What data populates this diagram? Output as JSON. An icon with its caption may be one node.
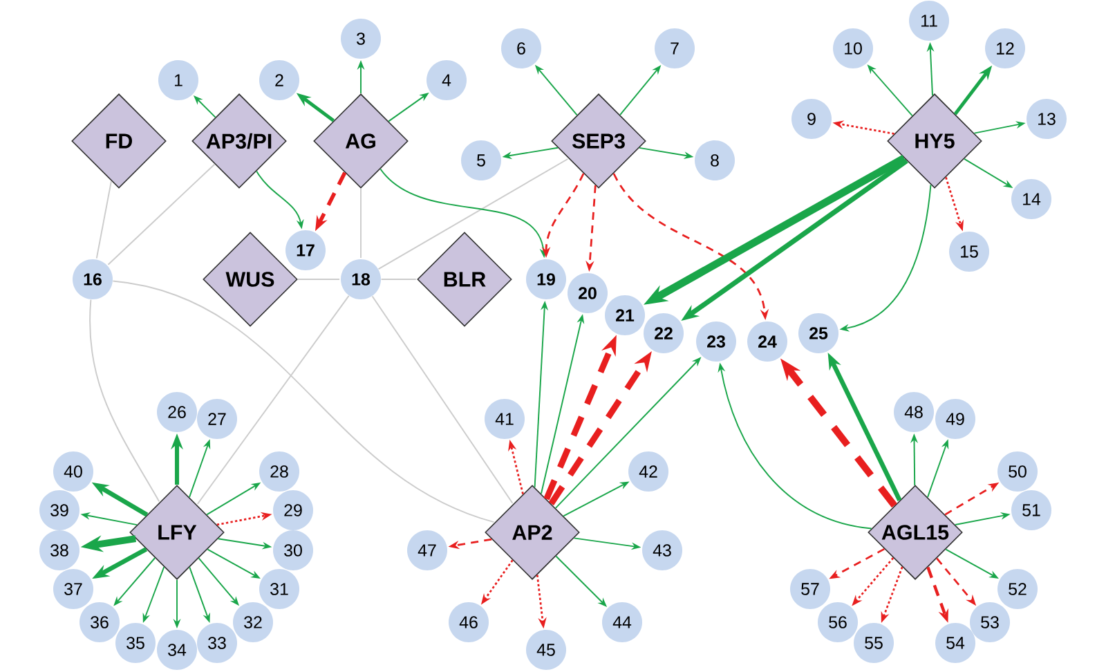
{
  "diagram": {
    "nodes": [
      {
        "text": [
          "FD"
        ]
      },
      {
        "text": [
          "AP3/PI"
        ]
      },
      {
        "text": [
          "AG"
        ]
      },
      {
        "text": [
          "SEP3"
        ]
      },
      {
        "text": [
          "HY5"
        ]
      },
      {
        "text": [
          "WUS"
        ]
      },
      {
        "text": [
          "BLR"
        ]
      },
      {
        "text": [
          "LFY"
        ]
      },
      {
        "text": [
          "AP2"
        ]
      },
      {
        "text": [
          "AGL15"
        ]
      },
      {
        "text": [
          "1"
        ]
      },
      {
        "text": [
          "2"
        ]
      },
      {
        "text": [
          "3"
        ]
      },
      {
        "text": [
          "4"
        ]
      },
      {
        "text": [
          "5"
        ]
      },
      {
        "text": [
          "6"
        ]
      },
      {
        "text": [
          "7"
        ]
      },
      {
        "text": [
          "8"
        ]
      },
      {
        "text": [
          "9"
        ]
      },
      {
        "text": [
          "10"
        ]
      },
      {
        "text": [
          "11"
        ]
      },
      {
        "text": [
          "12"
        ]
      },
      {
        "text": [
          "13"
        ]
      },
      {
        "text": [
          "14"
        ]
      },
      {
        "text": [
          "15"
        ]
      },
      {
        "text": [
          "16"
        ]
      },
      {
        "text": [
          "17"
        ]
      },
      {
        "text": [
          "18"
        ]
      },
      {
        "text": [
          "19"
        ]
      },
      {
        "text": [
          "20"
        ]
      },
      {
        "text": [
          "21"
        ]
      },
      {
        "text": [
          "22"
        ]
      },
      {
        "text": [
          "23"
        ]
      },
      {
        "text": [
          "24"
        ]
      },
      {
        "text": [
          "25"
        ]
      },
      {
        "text": [
          "26"
        ]
      },
      {
        "text": [
          "27"
        ]
      },
      {
        "text": [
          "28"
        ]
      },
      {
        "text": [
          "29"
        ]
      },
      {
        "text": [
          "30"
        ]
      },
      {
        "text": [
          "31"
        ]
      },
      {
        "text": [
          "32"
        ]
      },
      {
        "text": [
          "33"
        ]
      },
      {
        "text": [
          "34"
        ]
      },
      {
        "text": [
          "35"
        ]
      },
      {
        "text": [
          "36"
        ]
      },
      {
        "text": [
          "37"
        ]
      },
      {
        "text": [
          "38"
        ]
      },
      {
        "text": [
          "39"
        ]
      },
      {
        "text": [
          "40"
        ]
      },
      {
        "text": [
          "41"
        ]
      },
      {
        "text": [
          "42"
        ]
      },
      {
        "text": [
          "43"
        ]
      },
      {
        "text": [
          "44"
        ]
      },
      {
        "text": [
          "45"
        ]
      },
      {
        "text": [
          "46"
        ]
      },
      {
        "text": [
          "47"
        ]
      },
      {
        "text": [
          "48"
        ]
      },
      {
        "text": [
          "49"
        ]
      },
      {
        "text": [
          "50"
        ]
      },
      {
        "text": [
          "51"
        ]
      },
      {
        "text": [
          "52"
        ]
      },
      {
        "text": [
          "53"
        ]
      },
      {
        "text": [
          "54"
        ]
      },
      {
        "text": [
          "55"
        ]
      },
      {
        "text": [
          "56"
        ]
      },
      {
        "text": [
          "57"
        ]
      }
    ],
    "edges": [
      {
        "from": 0,
        "to": 25,
        "arrow": "none",
        "color": "#cccccc"
      },
      {
        "from": 1,
        "to": 25,
        "arrow": "none",
        "color": "#cccccc"
      },
      {
        "from": 25,
        "to": 7,
        "arrow": "none",
        "color": "#cccccc"
      },
      {
        "from": 25,
        "to": 8,
        "arrow": "none",
        "color": "#cccccc"
      },
      {
        "from": 5,
        "to": 27,
        "arrow": "none",
        "color": "#cccccc"
      },
      {
        "from": 27,
        "to": 6,
        "arrow": "none",
        "color": "#cccccc"
      },
      {
        "from": 2,
        "to": 27,
        "arrow": "none",
        "color": "#cccccc"
      },
      {
        "from": 27,
        "to": 3,
        "arrow": "none",
        "color": "#cccccc"
      },
      {
        "from": 27,
        "to": 7,
        "arrow": "none",
        "color": "#cccccc"
      },
      {
        "from": 27,
        "to": 8,
        "arrow": "none",
        "color": "#cccccc"
      },
      {
        "from": 1,
        "to": 10,
        "arrow": "to"
      },
      {
        "from": 1,
        "to": 26,
        "arrow": "to"
      },
      {
        "from": 2,
        "to": 11,
        "arrow": "to",
        "style": "thick"
      },
      {
        "from": 2,
        "to": 12,
        "arrow": "to"
      },
      {
        "from": 2,
        "to": 13,
        "arrow": "to"
      },
      {
        "from": 2,
        "to": 28,
        "arrow": "to"
      },
      {
        "from": 2,
        "to": 26,
        "arrow": "to",
        "style": "dashed",
        "color": "#e81f1f"
      },
      {
        "from": 3,
        "to": 14,
        "arrow": "to"
      },
      {
        "from": 3,
        "to": 15,
        "arrow": "to"
      },
      {
        "from": 3,
        "to": 16,
        "arrow": "to"
      },
      {
        "from": 3,
        "to": 17,
        "arrow": "to"
      },
      {
        "from": 3,
        "to": 28,
        "arrow": "to",
        "style": "dashed",
        "color": "#e81f1f"
      },
      {
        "from": 3,
        "to": 29,
        "arrow": "to",
        "style": "dashed",
        "color": "#e81f1f"
      },
      {
        "from": 3,
        "to": 33,
        "arrow": "to",
        "style": "dashed",
        "color": "#e81f1f"
      },
      {
        "from": 4,
        "to": 18,
        "arrow": "to",
        "style": "dashed",
        "color": "#e81f1f"
      },
      {
        "from": 4,
        "to": 19,
        "arrow": "to"
      },
      {
        "from": 4,
        "to": 20,
        "arrow": "to"
      },
      {
        "from": 4,
        "to": 21,
        "arrow": "to",
        "style": "thick"
      },
      {
        "from": 4,
        "to": 22,
        "arrow": "to"
      },
      {
        "from": 4,
        "to": 23,
        "arrow": "to"
      },
      {
        "from": 4,
        "to": 24,
        "arrow": "to",
        "style": "dashed",
        "color": "#e81f1f"
      },
      {
        "from": 4,
        "to": 30,
        "arrow": "to",
        "style": "thick"
      },
      {
        "from": 4,
        "to": 31,
        "arrow": "to",
        "style": "thick"
      },
      {
        "from": 4,
        "to": 34,
        "arrow": "to"
      },
      {
        "from": 8,
        "to": 28,
        "arrow": "to"
      },
      {
        "from": 8,
        "to": 29,
        "arrow": "to"
      },
      {
        "from": 8,
        "to": 30,
        "arrow": "to",
        "style": "dashed",
        "color": "#e81f1f"
      },
      {
        "from": 8,
        "to": 31,
        "arrow": "to",
        "style": "dashed",
        "color": "#e81f1f"
      },
      {
        "from": 8,
        "to": 32,
        "arrow": "to"
      },
      {
        "from": 8,
        "to": 50,
        "arrow": "to",
        "style": "dashed",
        "color": "#e81f1f"
      },
      {
        "from": 8,
        "to": 51,
        "arrow": "to"
      },
      {
        "from": 8,
        "to": 52,
        "arrow": "to"
      },
      {
        "from": 8,
        "to": 53,
        "arrow": "to"
      },
      {
        "from": 8,
        "to": 54,
        "arrow": "to",
        "style": "dashed",
        "color": "#e81f1f"
      },
      {
        "from": 8,
        "to": 55,
        "arrow": "to",
        "style": "dashed",
        "color": "#e81f1f"
      },
      {
        "from": 8,
        "to": 56,
        "arrow": "to",
        "style": "dashed",
        "color": "#e81f1f"
      },
      {
        "from": 9,
        "to": 32,
        "arrow": "to"
      },
      {
        "from": 9,
        "to": 33,
        "arrow": "to",
        "style": "dashed",
        "color": "#e81f1f"
      },
      {
        "from": 9,
        "to": 34,
        "arrow": "to",
        "style": "thick"
      },
      {
        "from": 9,
        "to": 57,
        "arrow": "to"
      },
      {
        "from": 9,
        "to": 58,
        "arrow": "to"
      },
      {
        "from": 9,
        "to": 59,
        "arrow": "to",
        "style": "dashed",
        "color": "#e81f1f"
      },
      {
        "from": 9,
        "to": 60,
        "arrow": "to"
      },
      {
        "from": 9,
        "to": 61,
        "arrow": "to"
      },
      {
        "from": 9,
        "to": 62,
        "arrow": "to",
        "style": "dashed",
        "color": "#e81f1f"
      },
      {
        "from": 9,
        "to": 63,
        "arrow": "to",
        "style": "dashed",
        "color": "#e81f1f"
      },
      {
        "from": 9,
        "to": 64,
        "arrow": "to",
        "style": "dashed",
        "color": "#e81f1f"
      },
      {
        "from": 9,
        "to": 65,
        "arrow": "to",
        "style": "dashed",
        "color": "#e81f1f"
      },
      {
        "from": 9,
        "to": 66,
        "arrow": "to",
        "style": "dashed",
        "color": "#e81f1f"
      },
      {
        "from": 7,
        "to": 35,
        "arrow": "to",
        "style": "thick"
      },
      {
        "from": 7,
        "to": 36,
        "arrow": "to"
      },
      {
        "from": 7,
        "to": 37,
        "arrow": "to"
      },
      {
        "from": 7,
        "to": 38,
        "arrow": "to",
        "style": "dashed",
        "color": "#e81f1f"
      },
      {
        "from": 7,
        "to": 39,
        "arrow": "to"
      },
      {
        "from": 7,
        "to": 40,
        "arrow": "to"
      },
      {
        "from": 7,
        "to": 41,
        "arrow": "to"
      },
      {
        "from": 7,
        "to": 42,
        "arrow": "to"
      },
      {
        "from": 7,
        "to": 43,
        "arrow": "to"
      },
      {
        "from": 7,
        "to": 44,
        "arrow": "to"
      },
      {
        "from": 7,
        "to": 45,
        "arrow": "to"
      },
      {
        "from": 7,
        "to": 46,
        "arrow": "to",
        "style": "thick"
      },
      {
        "from": 7,
        "to": 47,
        "arrow": "to",
        "style": "thick"
      },
      {
        "from": 7,
        "to": 48,
        "arrow": "to"
      },
      {
        "from": 7,
        "to": 49,
        "arrow": "to",
        "style": "thick"
      }
    ]
  }
}
